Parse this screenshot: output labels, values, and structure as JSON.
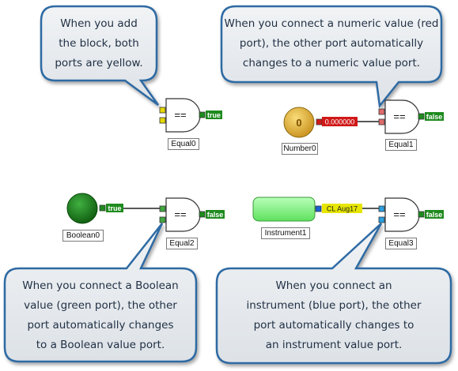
{
  "callouts": {
    "tl": {
      "lines": [
        "When you add",
        "the block, both",
        "ports are yellow."
      ]
    },
    "tr": {
      "lines": [
        "When you connect a numeric value (red",
        "port), the other port automatically",
        "changes to a numeric value port."
      ]
    },
    "bl": {
      "lines": [
        "When you connect a Boolean",
        "value (green port), the other",
        "port automatically changes",
        "to a Boolean value port."
      ]
    },
    "br": {
      "lines": [
        "When you connect an",
        "instrument (blue port), the other",
        "port automatically changes to",
        "an instrument value port."
      ]
    }
  },
  "blocks": {
    "equal0": {
      "name": "Equal0",
      "op": "==",
      "output": "true",
      "input_color": "#e6d800"
    },
    "equal1": {
      "name": "Equal1",
      "op": "==",
      "output": "false",
      "input_color": "#e06a6a"
    },
    "equal2": {
      "name": "Equal2",
      "op": "==",
      "output": "false",
      "input_color": "#3fa83f"
    },
    "equal3": {
      "name": "Equal3",
      "op": "==",
      "output": "false",
      "input_color": "#2aa0e0"
    }
  },
  "sources": {
    "number0": {
      "name": "Number0",
      "value": "0",
      "output": "0.000000"
    },
    "boolean0": {
      "name": "Boolean0",
      "output": "true"
    },
    "instrument1": {
      "name": "Instrument1",
      "output": "CL Aug17"
    }
  },
  "colors": {
    "callout_fill": "#e6eaee",
    "callout_border": "#2d6aa3",
    "output_true": "#1e8a1e",
    "output_false": "#1e8a1e",
    "numeric_wire_label": "#d01818",
    "instrument_wire_label": "#e6e600",
    "boolean_node": "#1a7a1a",
    "number_node": "#d4a020",
    "instrument_node": "#80ee80"
  }
}
